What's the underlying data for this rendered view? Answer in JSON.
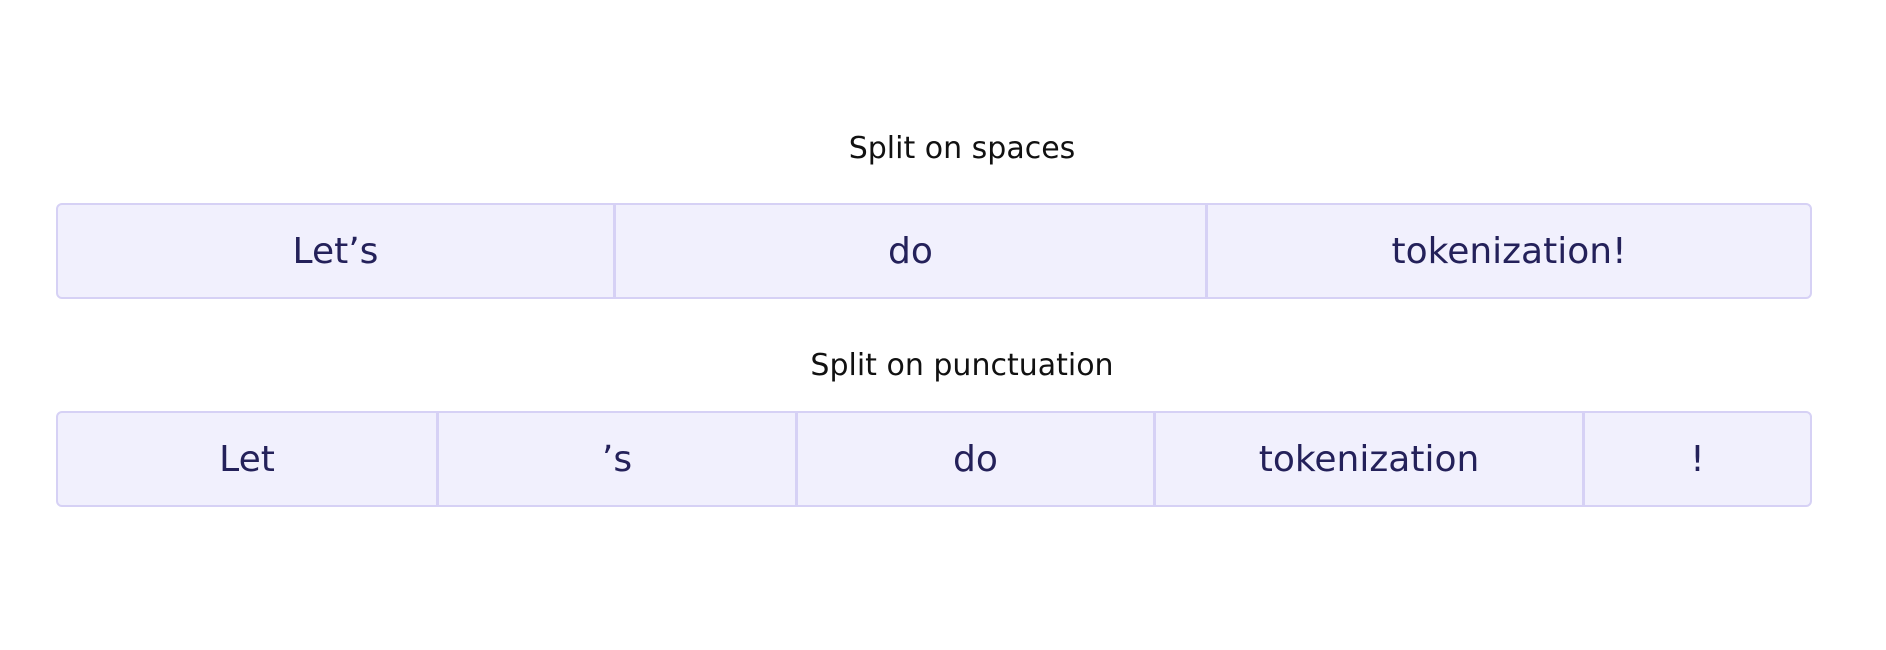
{
  "split_on_spaces": {
    "title": "Split on spaces",
    "tokens": [
      "Let’s",
      "do",
      "tokenization!"
    ]
  },
  "split_on_punctuation": {
    "title": "Split on punctuation",
    "tokens": [
      "Let",
      "’s",
      "do",
      "tokenization",
      "!"
    ]
  },
  "colors": {
    "token_background": "#f1f0fd",
    "token_border": "#d6d1f5",
    "token_text": "#24215a",
    "title_text": "#111111"
  }
}
